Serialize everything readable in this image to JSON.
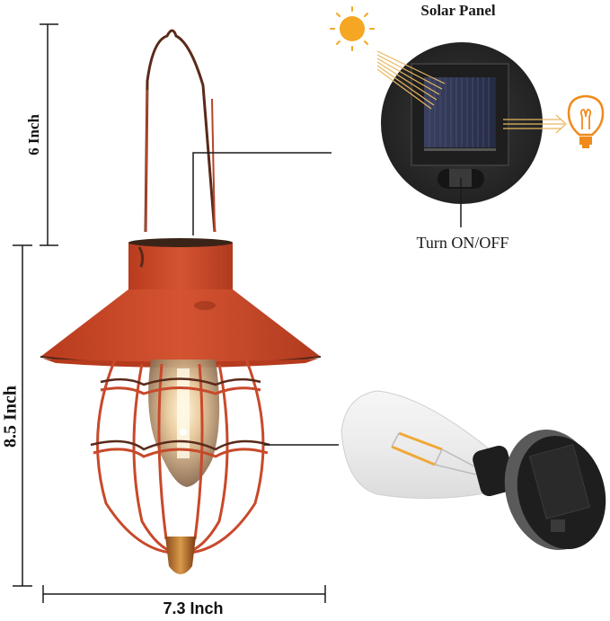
{
  "product": {
    "description": "Red vintage solar hanging lantern with Edison-style bulb"
  },
  "dimensions": {
    "handle_height": "6 Inch",
    "body_height": "8.5 Inch",
    "width": "7.3 Inch"
  },
  "callouts": {
    "solar_panel": "Solar Panel",
    "switch": "Turn ON/OFF"
  },
  "icons": {
    "sun": "sun-icon",
    "bulb": "lightbulb-icon"
  },
  "colors": {
    "lantern_red": "#c94a2a",
    "lantern_red_dark": "#a8361c",
    "sun_orange": "#f5a623",
    "bulb_orange": "#f08a1c",
    "panel_black": "#2a2a2a",
    "cell_blue": "#2d3350",
    "line": "#1a1a1a"
  }
}
